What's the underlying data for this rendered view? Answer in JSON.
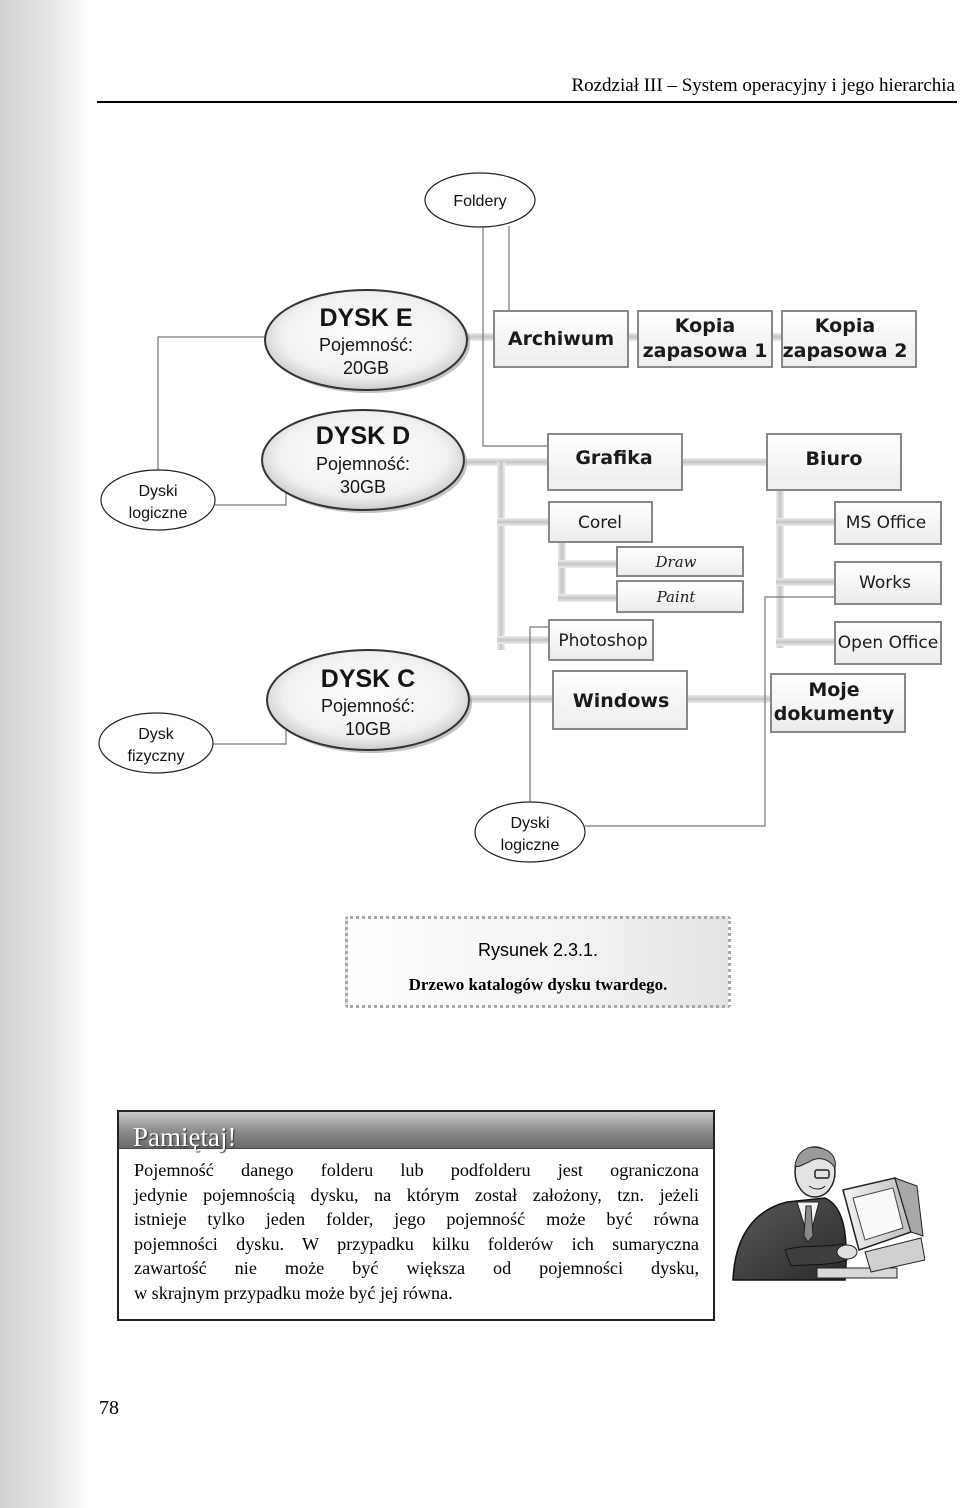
{
  "header": {
    "chapter_title": "Rozdział III – System operacyjny i jego hierarchia"
  },
  "diagram": {
    "callouts": {
      "foldery": "Foldery",
      "dyski_logiczne_left": [
        "Dyski",
        "logiczne"
      ],
      "dysk_fizyczny": [
        "Dysk",
        "fizyczny"
      ],
      "dyski_logiczne_bottom": [
        "Dyski",
        "logiczne"
      ]
    },
    "disks": [
      {
        "name": "DYSK E",
        "capacity_label": "Pojemność:",
        "capacity": "20GB"
      },
      {
        "name": "DYSK D",
        "capacity_label": "Pojemność:",
        "capacity": "30GB"
      },
      {
        "name": "DYSK C",
        "capacity_label": "Pojemność:",
        "capacity": "10GB"
      }
    ],
    "folders": {
      "archiwum": "Archiwum",
      "kopia1": [
        "Kopia",
        "zapasowa 1"
      ],
      "kopia2": [
        "Kopia",
        "zapasowa 2"
      ],
      "grafika": "Grafika",
      "corel": "Corel",
      "draw": "Draw",
      "paint": "Paint",
      "photoshop": "Photoshop",
      "biuro": "Biuro",
      "ms_office": "MS Office",
      "works": "Works",
      "open_office": "Open Office",
      "windows": "Windows",
      "moje_dokumenty": [
        "Moje",
        "dokumenty"
      ]
    }
  },
  "caption": {
    "number": "Rysunek 2.3.1.",
    "title": "Drzewo katalogów dysku twardego."
  },
  "note": {
    "heading": "Pamiętaj!",
    "lines": [
      "Pojemność danego folderu lub podfolderu jest ograniczona",
      "jedynie pojemnością dysku, na którym został założony, tzn. jeżeli",
      "istnieje tylko jeden folder, jego pojemność może być równa",
      "pojemności dysku. W przypadku kilku folderów ich sumaryczna",
      "zawartość nie może być większa od pojemności dysku,",
      "w skrajnym przypadku może być jej równa."
    ]
  },
  "page_number": "78"
}
